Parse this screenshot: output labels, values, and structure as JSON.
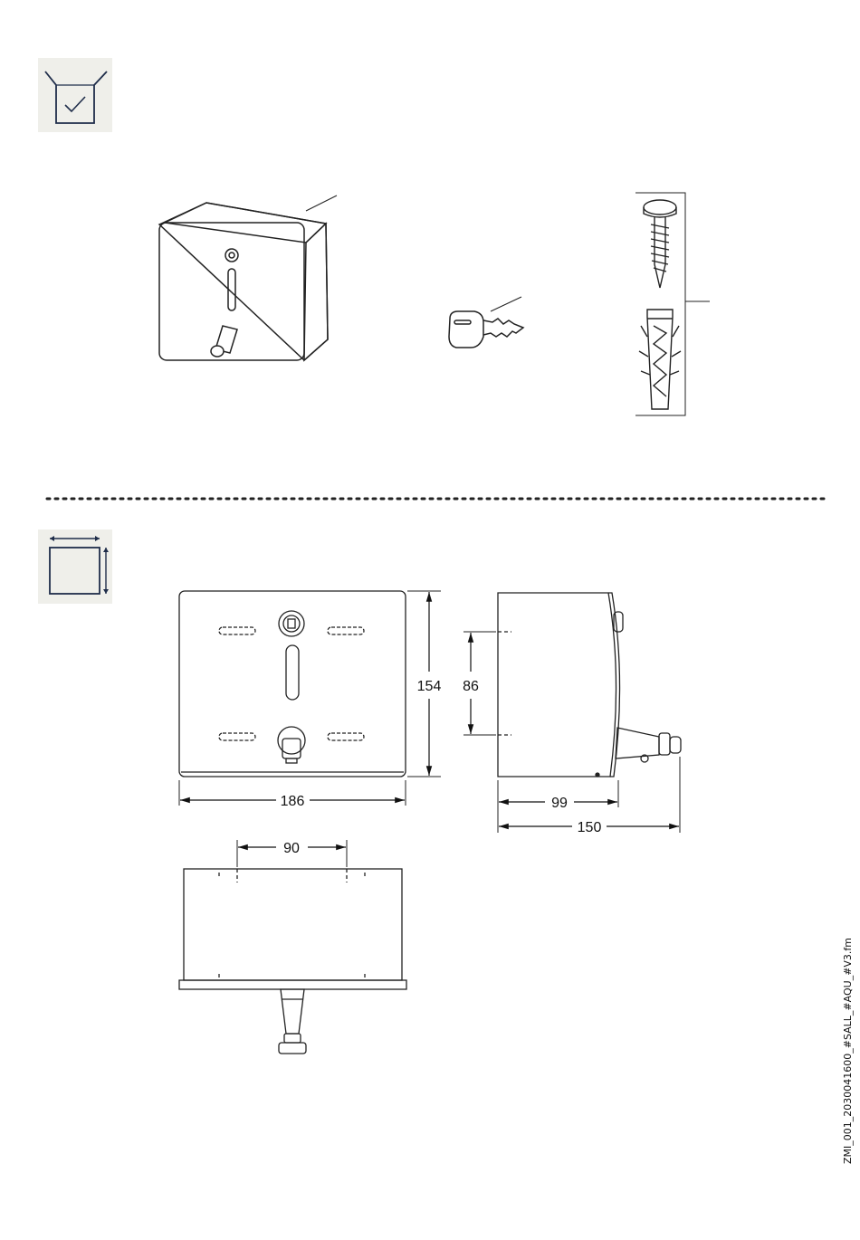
{
  "dimensions": {
    "width_front": "186",
    "height_front": "154",
    "fixing_height": "86",
    "depth_body": "99",
    "depth_total": "150",
    "fixing_width": "90"
  },
  "footer": {
    "file_id": "ZMI_001_2030041600_#SALL_#AQU_#V3.fm"
  },
  "icons": {
    "scope_of_delivery": "box-check-icon",
    "dimensions": "dimensions-icon"
  }
}
